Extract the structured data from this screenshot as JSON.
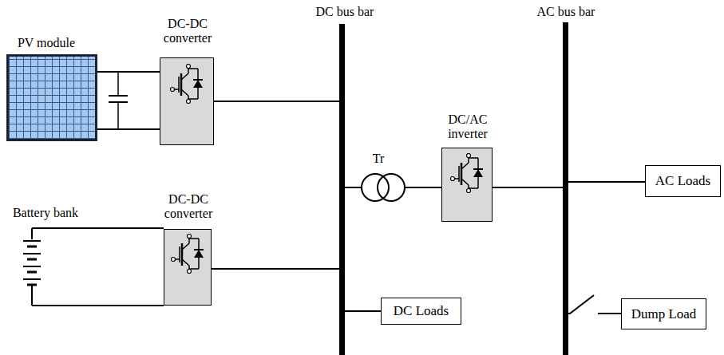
{
  "diagram": {
    "nodes": [
      {
        "text": [
          "PV module"
        ]
      },
      {
        "text": [
          "DC-DC converter"
        ]
      },
      {
        "text": [
          "Battery bank"
        ]
      },
      {
        "text": [
          "DC-DC converter"
        ]
      },
      {
        "text": [
          "DC bus bar"
        ]
      },
      {
        "text": [
          "Tr"
        ]
      },
      {
        "text": [
          "DC/AC inverter"
        ]
      },
      {
        "text": [
          "AC bus bar"
        ]
      },
      {
        "text": [
          "DC Loads"
        ]
      },
      {
        "text": [
          "AC Loads"
        ]
      },
      {
        "text": [
          "Dump Load"
        ]
      }
    ],
    "edges": [
      {
        "from": 0,
        "to": 1,
        "arrow": "none"
      },
      {
        "from": 1,
        "to": 4,
        "arrow": "none"
      },
      {
        "from": 2,
        "to": 3,
        "arrow": "none"
      },
      {
        "from": 3,
        "to": 4,
        "arrow": "none"
      },
      {
        "from": 4,
        "to": 5,
        "arrow": "none"
      },
      {
        "from": 5,
        "to": 6,
        "arrow": "none"
      },
      {
        "from": 6,
        "to": 7,
        "arrow": "none"
      },
      {
        "from": 4,
        "to": 8,
        "arrow": "none"
      },
      {
        "from": 7,
        "to": 9,
        "arrow": "none"
      },
      {
        "from": 7,
        "to": 10,
        "arrow": "none"
      }
    ]
  }
}
